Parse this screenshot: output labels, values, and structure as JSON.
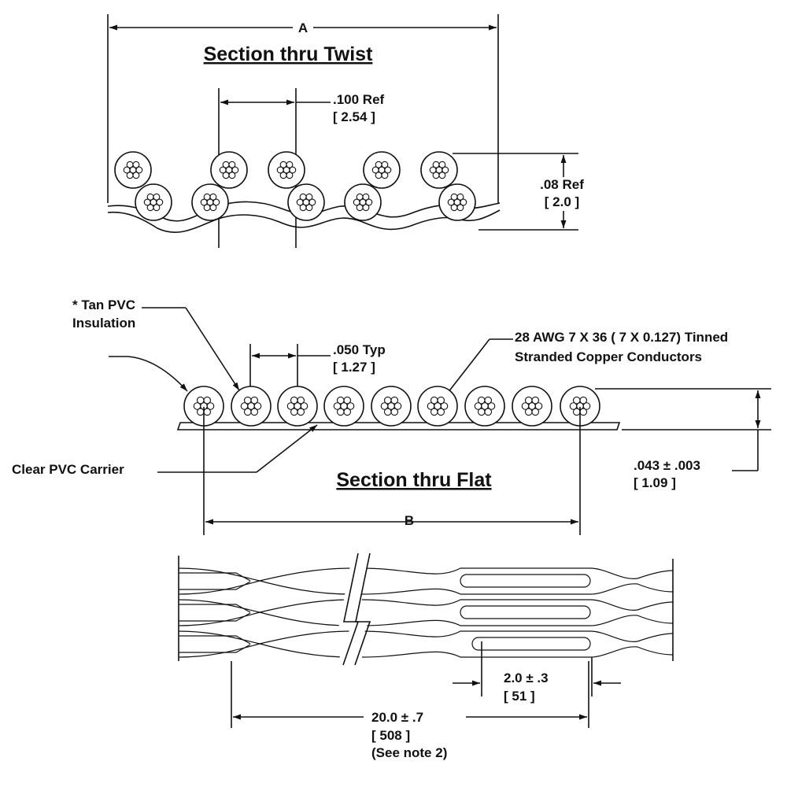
{
  "twist_section": {
    "title": "Section thru Twist",
    "dim_a": "A",
    "pitch": ".100 Ref",
    "pitch_mm": "[ 2.54 ]",
    "height": ".08 Ref",
    "height_mm": "[ 2.0 ]"
  },
  "flat_section": {
    "title": "Section thru Flat",
    "insulation_line1": "* Tan PVC",
    "insulation_line2": "Insulation",
    "pitch": ".050 Typ",
    "pitch_mm": "[ 1.27 ]",
    "conductor_line1": "28 AWG 7 X 36 ( 7 X 0.127) Tinned",
    "conductor_line2": "Stranded Copper Conductors",
    "carrier": "Clear PVC Carrier",
    "thickness": ".043 ± .003",
    "thickness_mm": "[ 1.09 ]",
    "dim_b": "B"
  },
  "side_view": {
    "flat_length": "2.0 ± .3",
    "flat_length_mm": "[ 51 ]",
    "twist_length": "20.0 ± .7",
    "twist_length_mm": "[ 508 ]",
    "note": "(See note 2)"
  },
  "colors": {
    "ink": "#111111",
    "background": "#ffffff"
  }
}
